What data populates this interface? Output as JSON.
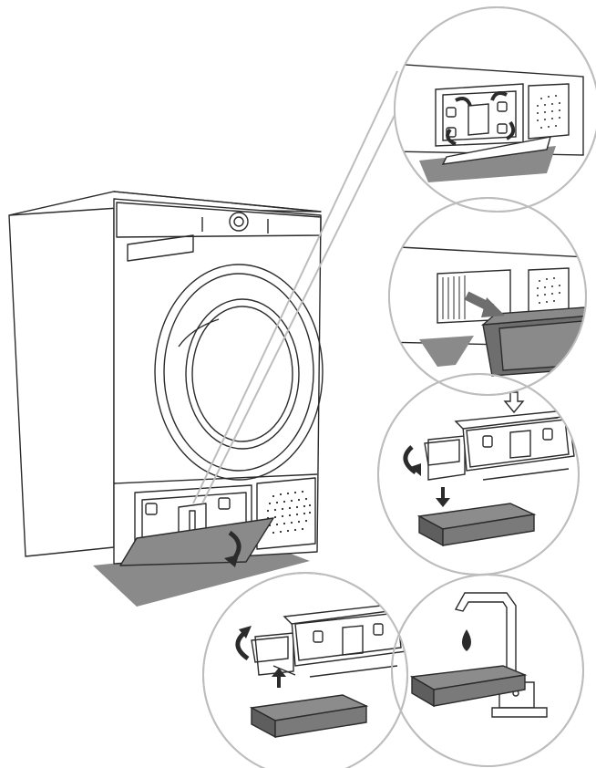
{
  "colors": {
    "line": "#2b2b2b",
    "circle": "#bdbdbd",
    "shade": "#8a8a8a",
    "shade_dark": "#6e6e6e",
    "fill_light": "#ffffff",
    "block": "#8c8c8c",
    "block_side": "#5e5e5e"
  },
  "steps": [
    {
      "id": 1,
      "content": "dryer-plinth-door-open"
    },
    {
      "id": 2,
      "content": "unlock-condenser-levers"
    },
    {
      "id": 3,
      "content": "pull-out-condenser"
    },
    {
      "id": 4,
      "content": "remove-sponge-filter"
    },
    {
      "id": 5,
      "content": "rinse-filter-under-tap"
    },
    {
      "id": 6,
      "content": "reinsert-sponge-filter"
    }
  ]
}
